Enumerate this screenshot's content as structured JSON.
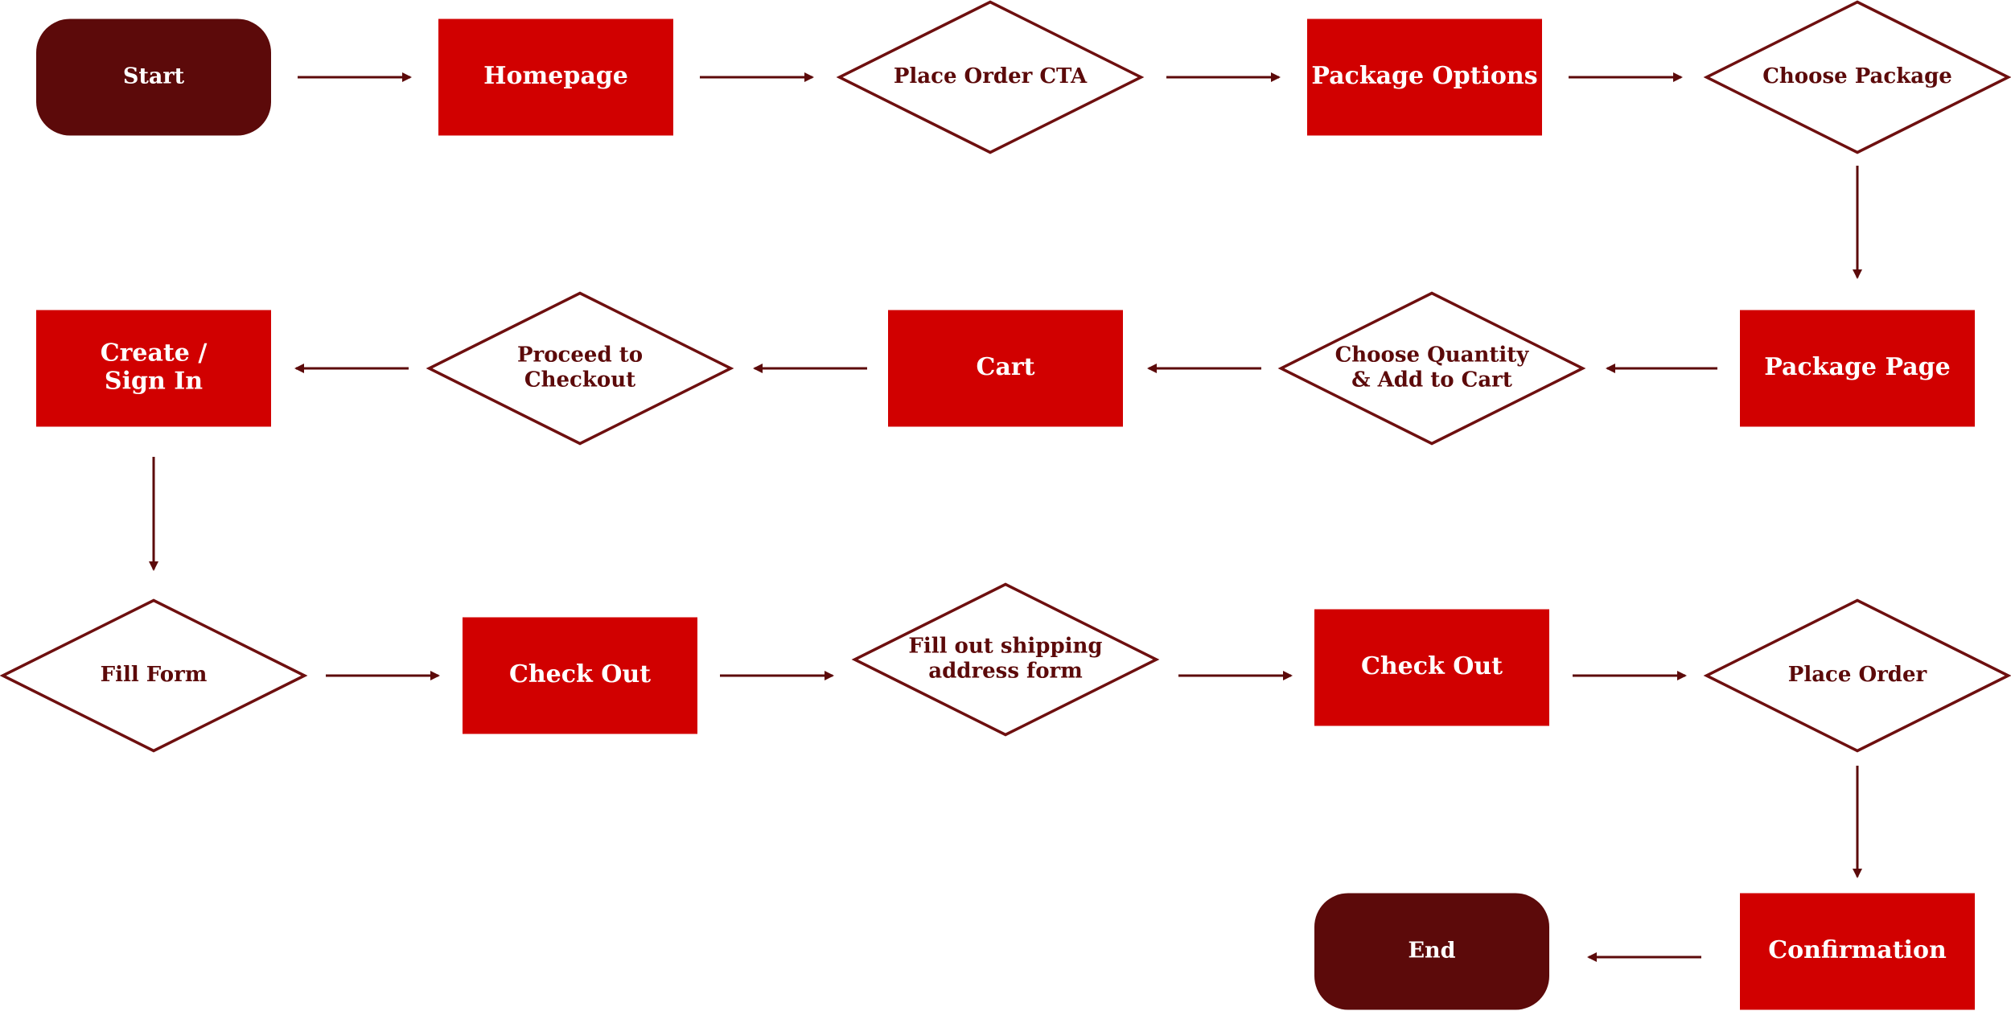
{
  "colors": {
    "terminal": "#5c0a0a",
    "process": "#d10000",
    "decision_stroke": "#6e0f0f",
    "text_dark": "#5c0a0a",
    "connector": "#5c0a0a"
  },
  "nodes": [
    {
      "id": "start",
      "shape": "terminal",
      "lines": [
        "Start"
      ]
    },
    {
      "id": "homepage",
      "shape": "process",
      "lines": [
        "Homepage"
      ]
    },
    {
      "id": "place-order-cta",
      "shape": "decision",
      "lines": [
        "Place Order CTA"
      ]
    },
    {
      "id": "package-options",
      "shape": "process",
      "lines": [
        "Package Options"
      ]
    },
    {
      "id": "choose-package",
      "shape": "decision",
      "lines": [
        "Choose Package"
      ]
    },
    {
      "id": "package-page",
      "shape": "process",
      "lines": [
        "Package Page"
      ]
    },
    {
      "id": "choose-quantity",
      "shape": "decision",
      "lines": [
        "Choose Quantity",
        "& Add to Cart"
      ]
    },
    {
      "id": "cart",
      "shape": "process",
      "lines": [
        "Cart"
      ]
    },
    {
      "id": "proceed-to-checkout",
      "shape": "decision",
      "lines": [
        "Proceed to",
        "Checkout"
      ]
    },
    {
      "id": "create-sign-in",
      "shape": "process",
      "lines": [
        "Create /",
        "Sign In"
      ]
    },
    {
      "id": "fill-form",
      "shape": "decision",
      "lines": [
        "Fill Form"
      ]
    },
    {
      "id": "check-out-1",
      "shape": "process",
      "lines": [
        "Check Out"
      ]
    },
    {
      "id": "fill-shipping",
      "shape": "decision",
      "lines": [
        "Fill out shipping",
        "address form"
      ]
    },
    {
      "id": "check-out-2",
      "shape": "process",
      "lines": [
        "Check Out"
      ]
    },
    {
      "id": "place-order",
      "shape": "decision",
      "lines": [
        "Place Order"
      ]
    },
    {
      "id": "confirmation",
      "shape": "process",
      "lines": [
        "Confirmation"
      ]
    },
    {
      "id": "end",
      "shape": "terminal",
      "lines": [
        "End"
      ]
    }
  ],
  "edges": [
    {
      "from": "start",
      "to": "homepage"
    },
    {
      "from": "homepage",
      "to": "place-order-cta"
    },
    {
      "from": "place-order-cta",
      "to": "package-options"
    },
    {
      "from": "package-options",
      "to": "choose-package"
    },
    {
      "from": "choose-package",
      "to": "package-page"
    },
    {
      "from": "package-page",
      "to": "choose-quantity"
    },
    {
      "from": "choose-quantity",
      "to": "cart"
    },
    {
      "from": "cart",
      "to": "proceed-to-checkout"
    },
    {
      "from": "proceed-to-checkout",
      "to": "create-sign-in"
    },
    {
      "from": "create-sign-in",
      "to": "fill-form"
    },
    {
      "from": "fill-form",
      "to": "check-out-1"
    },
    {
      "from": "check-out-1",
      "to": "fill-shipping"
    },
    {
      "from": "fill-shipping",
      "to": "check-out-2"
    },
    {
      "from": "check-out-2",
      "to": "place-order"
    },
    {
      "from": "place-order",
      "to": "confirmation"
    },
    {
      "from": "confirmation",
      "to": "end"
    }
  ]
}
